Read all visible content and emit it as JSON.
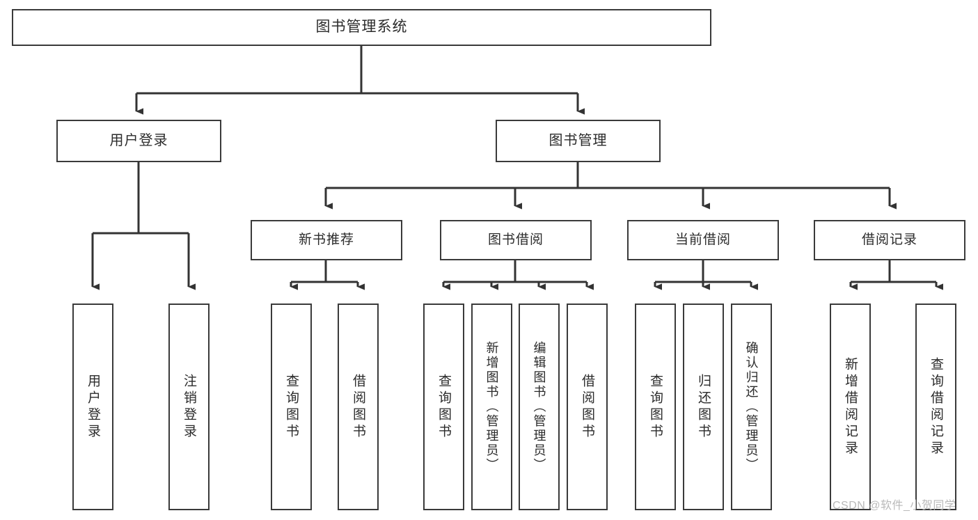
{
  "diagram": {
    "type": "hierarchy-tree",
    "title": "图书管理系统",
    "root": {
      "label": "图书管理系统"
    },
    "level2": [
      {
        "label": "用户登录"
      },
      {
        "label": "图书管理"
      }
    ],
    "level3": [
      {
        "label": "新书推荐"
      },
      {
        "label": "图书借阅"
      },
      {
        "label": "当前借阅"
      },
      {
        "label": "借阅记录"
      }
    ],
    "leaves": {
      "user_login": [
        {
          "label": "用户登录"
        },
        {
          "label": "注销登录"
        }
      ],
      "new_book_recommend": [
        {
          "label": "查询图书"
        },
        {
          "label": "借阅图书"
        }
      ],
      "book_borrow": [
        {
          "label": "查询图书"
        },
        {
          "label": "新增图书（管理员）"
        },
        {
          "label": "编辑图书（管理员）"
        },
        {
          "label": "借阅图书"
        }
      ],
      "current_borrow": [
        {
          "label": "查询图书"
        },
        {
          "label": "归还图书"
        },
        {
          "label": "确认归还（管理员）"
        }
      ],
      "borrow_record": [
        {
          "label": "新增借阅记录"
        },
        {
          "label": "查询借阅记录"
        }
      ]
    }
  },
  "watermark": {
    "text": "CSDN @软件_小贺同学"
  },
  "colors": {
    "box_border": "#3a3a3a",
    "box_fill": "#ffffff",
    "text": "#2b2b2b",
    "connector": "#333333",
    "watermark": "#b9b9b9",
    "background": "#ffffff"
  }
}
